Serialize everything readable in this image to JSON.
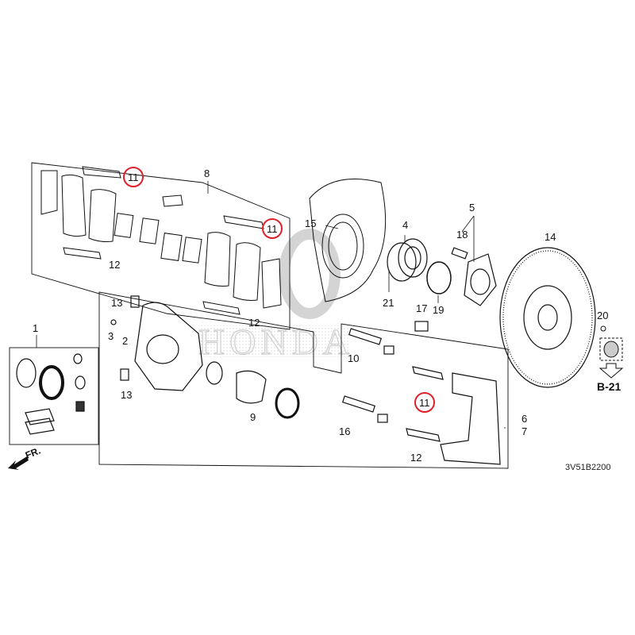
{
  "callouts": [
    {
      "id": "c1",
      "text": "1"
    },
    {
      "id": "c2",
      "text": "2"
    },
    {
      "id": "c3",
      "text": "3"
    },
    {
      "id": "c4",
      "text": "4"
    },
    {
      "id": "c5",
      "text": "5"
    },
    {
      "id": "c6",
      "text": "6"
    },
    {
      "id": "c7",
      "text": "7"
    },
    {
      "id": "c8",
      "text": "8"
    },
    {
      "id": "c9",
      "text": "9"
    },
    {
      "id": "c10",
      "text": "10"
    },
    {
      "id": "c11a",
      "text": "11"
    },
    {
      "id": "c11b",
      "text": "11"
    },
    {
      "id": "c11c",
      "text": "11"
    },
    {
      "id": "c12a",
      "text": "12"
    },
    {
      "id": "c12b",
      "text": "12"
    },
    {
      "id": "c12c",
      "text": "12"
    },
    {
      "id": "c13a",
      "text": "13"
    },
    {
      "id": "c13b",
      "text": "13"
    },
    {
      "id": "c14",
      "text": "14"
    },
    {
      "id": "c15",
      "text": "15"
    },
    {
      "id": "c16",
      "text": "16"
    },
    {
      "id": "c17",
      "text": "17"
    },
    {
      "id": "c18",
      "text": "18"
    },
    {
      "id": "c19",
      "text": "19"
    },
    {
      "id": "c20",
      "text": "20"
    },
    {
      "id": "c21",
      "text": "21"
    }
  ],
  "reference": {
    "label": "B-21"
  },
  "direction": {
    "label": "FR."
  },
  "diagram_code": "3V51B2200",
  "watermark": "HONDA",
  "colors": {
    "line": "#111111",
    "highlight": "#e0202a",
    "watermark": "#cfcfcf",
    "hatch": "#bdbdbd"
  }
}
